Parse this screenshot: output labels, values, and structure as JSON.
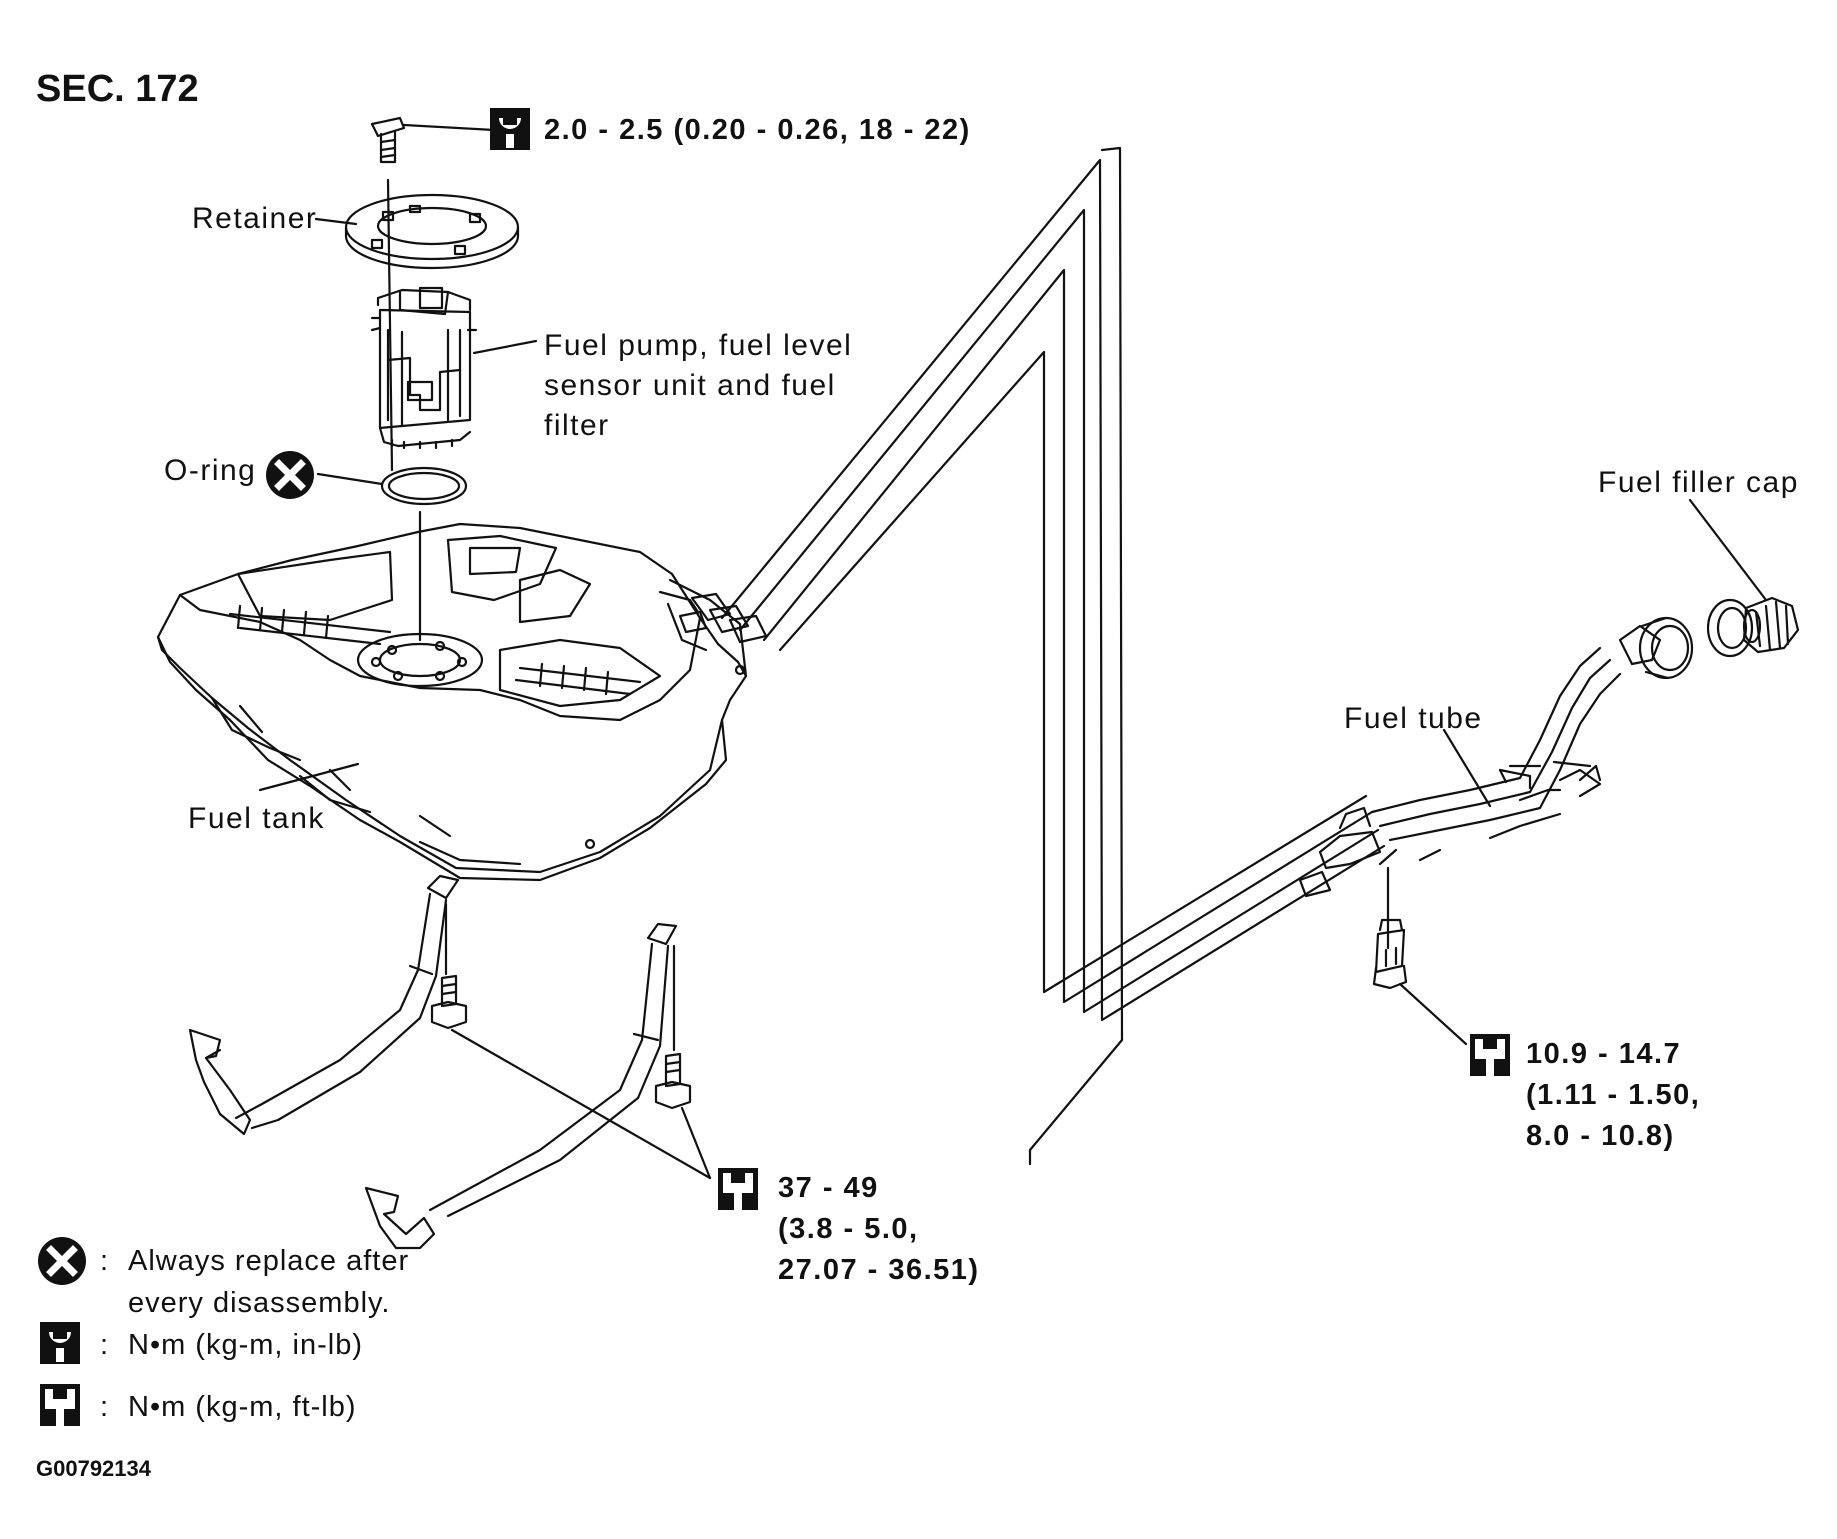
{
  "section": "SEC. 172",
  "labels": {
    "retainer": "Retainer",
    "fuel_pump_lines": [
      "Fuel pump, fuel level",
      "sensor unit and fuel",
      "filter"
    ],
    "o_ring": "O-ring",
    "fuel_tank": "Fuel tank",
    "fuel_filler_cap": "Fuel filler cap",
    "fuel_tube": "Fuel tube"
  },
  "torques": {
    "retainer_bolt": {
      "unit_icon": "torque-wrench-in-lb-icon",
      "lines": [
        "2.0 - 2.5 (0.20 - 0.26, 18 - 22)"
      ]
    },
    "strap_bolts": {
      "unit_icon": "torque-wrench-ft-lb-icon",
      "lines": [
        "37 - 49",
        "(3.8 - 5.0,",
        "27.07 - 36.51)"
      ]
    },
    "tube_bracket_bolt": {
      "unit_icon": "torque-wrench-ft-lb-icon",
      "lines": [
        "10.9 - 14.7",
        "(1.11 - 1.50,",
        "8.0 - 10.8)"
      ]
    }
  },
  "legend": {
    "replace": {
      "icon": "replace-x-icon",
      "sep": ":",
      "lines": [
        "Always replace after",
        "every disassembly."
      ]
    },
    "in_lb": {
      "icon": "torque-wrench-in-lb-icon",
      "sep": ":",
      "text": "N•m (kg-m, in-lb)"
    },
    "ft_lb": {
      "icon": "torque-wrench-ft-lb-icon",
      "sep": ":",
      "text": "N•m (kg-m, ft-lb)"
    }
  },
  "figure_code": "G00792134",
  "colors": {
    "ink": "#111111",
    "paper": "#ffffff"
  }
}
